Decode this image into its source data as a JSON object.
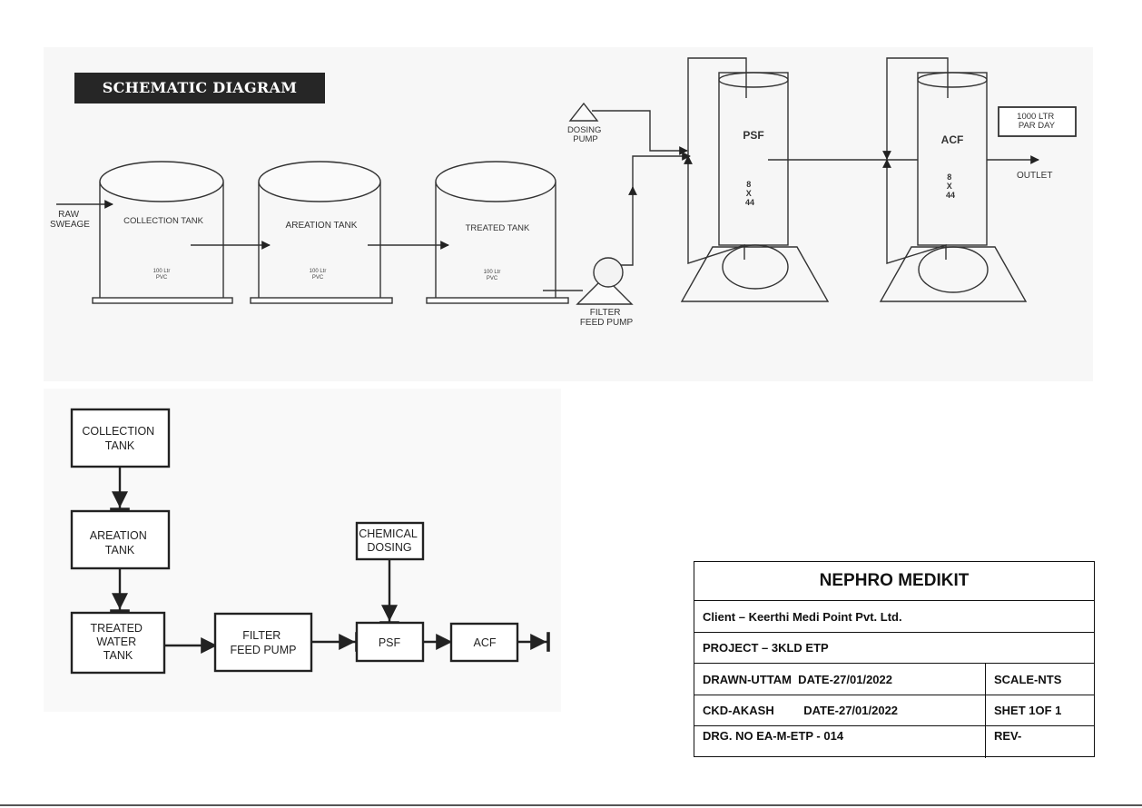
{
  "schematic": {
    "title": "SCHEMATIC DIAGRAM",
    "raw_sewage_label": [
      "RAW",
      "SWEAGE"
    ],
    "tanks": [
      {
        "name": "COLLECTION TANK",
        "capacity": "100 Ltr",
        "material": "PVC"
      },
      {
        "name": "AREATION TANK",
        "capacity": "100 Ltr",
        "material": "PVC"
      },
      {
        "name": "TREATED TANK",
        "capacity": "100 Ltr",
        "material": "PVC"
      }
    ],
    "dosing_pump_label": [
      "DOSING",
      "PUMP"
    ],
    "filter_feed_pump_label": [
      "FILTER",
      "FEED PUMP"
    ],
    "filters": [
      {
        "name": "PSF",
        "size": [
          "8",
          "X",
          "44"
        ]
      },
      {
        "name": "ACF",
        "size": [
          "8",
          "X",
          "44"
        ]
      }
    ],
    "capacity_note": [
      "1000 LTR",
      "PAR DAY"
    ],
    "outlet_label": "OUTLET"
  },
  "flow_diagram": {
    "blocks": {
      "collection": [
        "COLLECTION",
        "TANK"
      ],
      "aeration": [
        "AREATION",
        "TANK"
      ],
      "treated": [
        "TREATED",
        "WATER",
        "TANK"
      ],
      "filter_pump": [
        "FILTER",
        "FEED PUMP"
      ],
      "chemical": [
        "CHEMICAL",
        "DOSING"
      ],
      "psf": [
        "PSF"
      ],
      "acf": [
        "ACF"
      ]
    }
  },
  "title_block": {
    "company": "NEPHRO MEDIKIT",
    "client": "Client – Keerthi Medi Point Pvt. Ltd.",
    "project": "PROJECT – 3KLD ETP",
    "drawn": "DRAWN-UTTAM  DATE-27/01/2022",
    "scale": "SCALE-NTS",
    "checked": "CKD-AKASH         DATE-27/01/2022",
    "sheet": "SHET 1OF 1",
    "drawing_no": "DRG. NO EA-M-ETP - 014",
    "revision": "REV-"
  },
  "colors": {
    "ink": "#262626",
    "line": "#333333",
    "panel": "#f7f7f7"
  }
}
